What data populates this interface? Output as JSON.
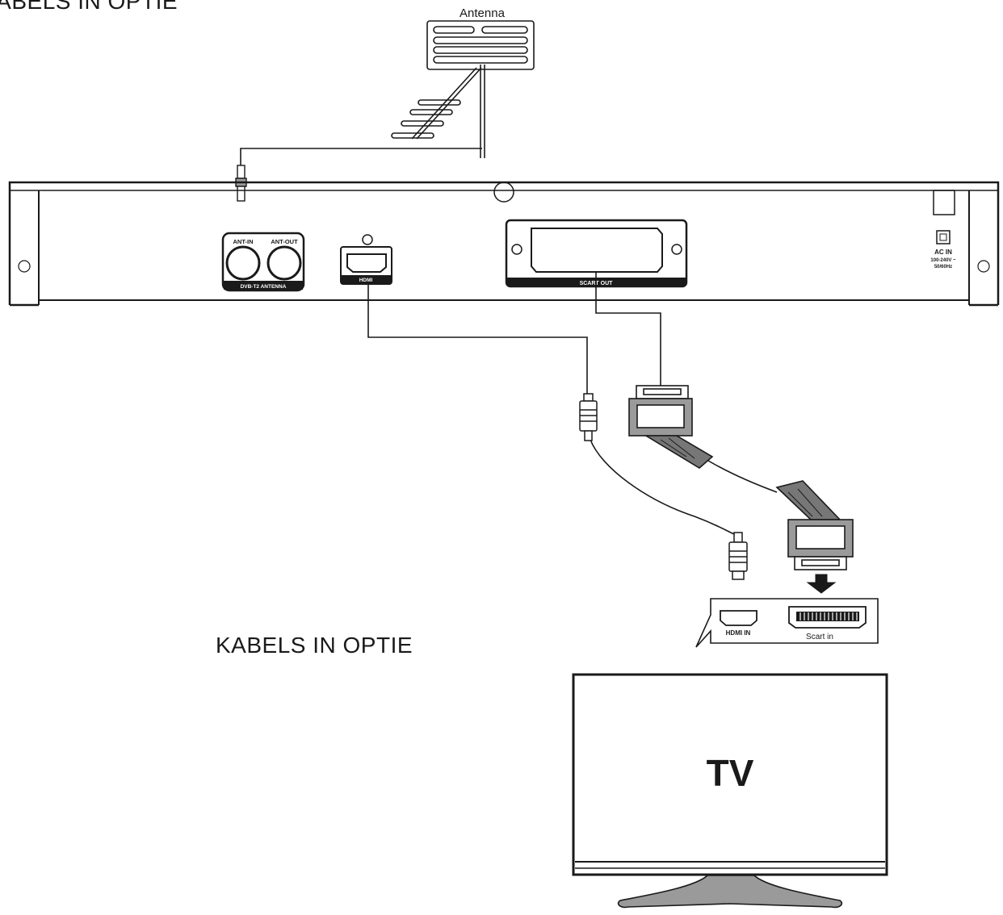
{
  "heading_top": "KABELS IN OPTIE",
  "heading_mid": "KABELS IN OPTIE",
  "antenna": {
    "label": "Antenna"
  },
  "receiver": {
    "ports": {
      "ant_in": "ANT-IN",
      "ant_out": "ANT-OUT",
      "antenna_group": "DVB-T2 ANTENNA",
      "hdmi": "HDMI",
      "scart_out": "SCART OUT"
    },
    "power": {
      "label": "AC IN",
      "voltage": "100-240V ~",
      "frequency": "50/60Hz"
    }
  },
  "tv_panel": {
    "hdmi_in": "HDMI IN",
    "scart_in": "Scart in"
  },
  "tv": {
    "label": "TV"
  },
  "colors": {
    "line": "#1a1a1a",
    "connector_fill": "#9a9a9a",
    "connector_dark": "#555555",
    "background": "#ffffff"
  }
}
